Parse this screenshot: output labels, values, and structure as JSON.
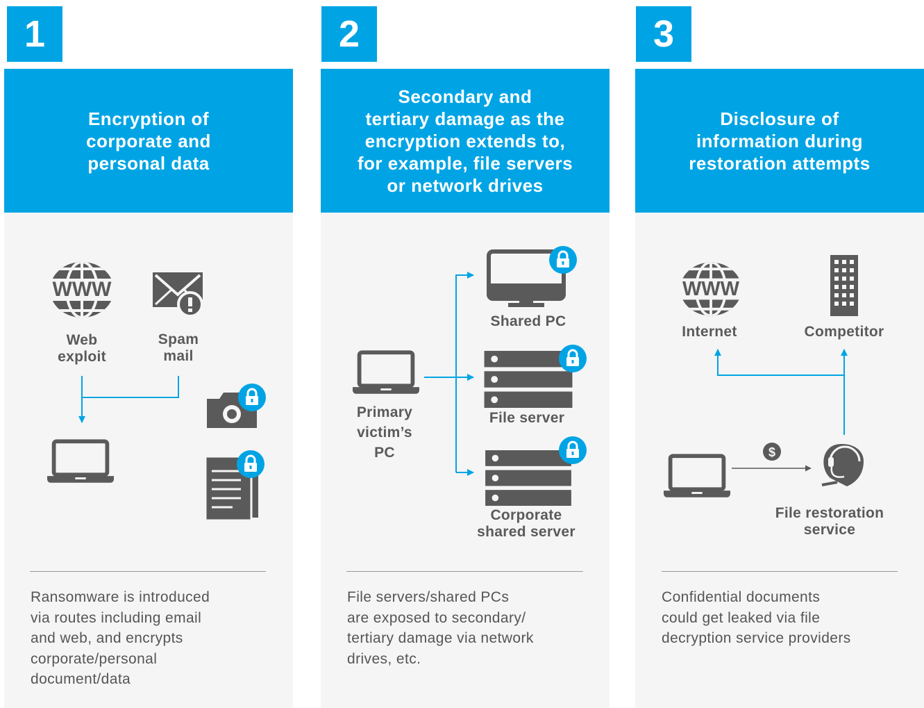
{
  "panels": [
    {
      "number": "1",
      "title": "Encryption of\ncorporate and\npersonal data",
      "labels": {
        "web": "Web\nexploit",
        "spam": "Spam\nmail"
      },
      "description": "Ransomware is introduced\nvia routes including email\nand web, and encrypts\ncorporate/personal\ndocument/data"
    },
    {
      "number": "2",
      "title": "Secondary and\ntertiary damage as the\nencryption extends to,\nfor example, file servers\nor network drives",
      "labels": {
        "primary": "Primary\nvictim’s\nPC",
        "shared_pc": "Shared PC",
        "file_server": "File server",
        "corporate": "Corporate\nshared server"
      },
      "description": "File servers/shared PCs\nare exposed to secondary/\ntertiary damage via network\ndrives, etc."
    },
    {
      "number": "3",
      "title": "Disclosure of\ninformation during\nrestoration attempts",
      "labels": {
        "internet": "Internet",
        "competitor": "Competitor",
        "restoration": "File restoration\nservice",
        "dollar": "$"
      },
      "description": "Confidential documents\ncould get leaked via file\ndecryption service providers"
    }
  ],
  "icons": {
    "globe": "globe-icon",
    "www": "WWW",
    "mail": "mail-warning-icon",
    "laptop": "laptop-icon",
    "camera": "camera-icon",
    "document": "document-icon",
    "lock": "lock-icon",
    "monitor": "monitor-icon",
    "server": "server-icon",
    "building": "building-icon",
    "support": "headset-icon",
    "dollar": "dollar-icon"
  },
  "colors": {
    "accent": "#00a4e4",
    "icon": "#5a5a5a",
    "panel_bg": "#f5f5f5",
    "text": "#555555"
  }
}
